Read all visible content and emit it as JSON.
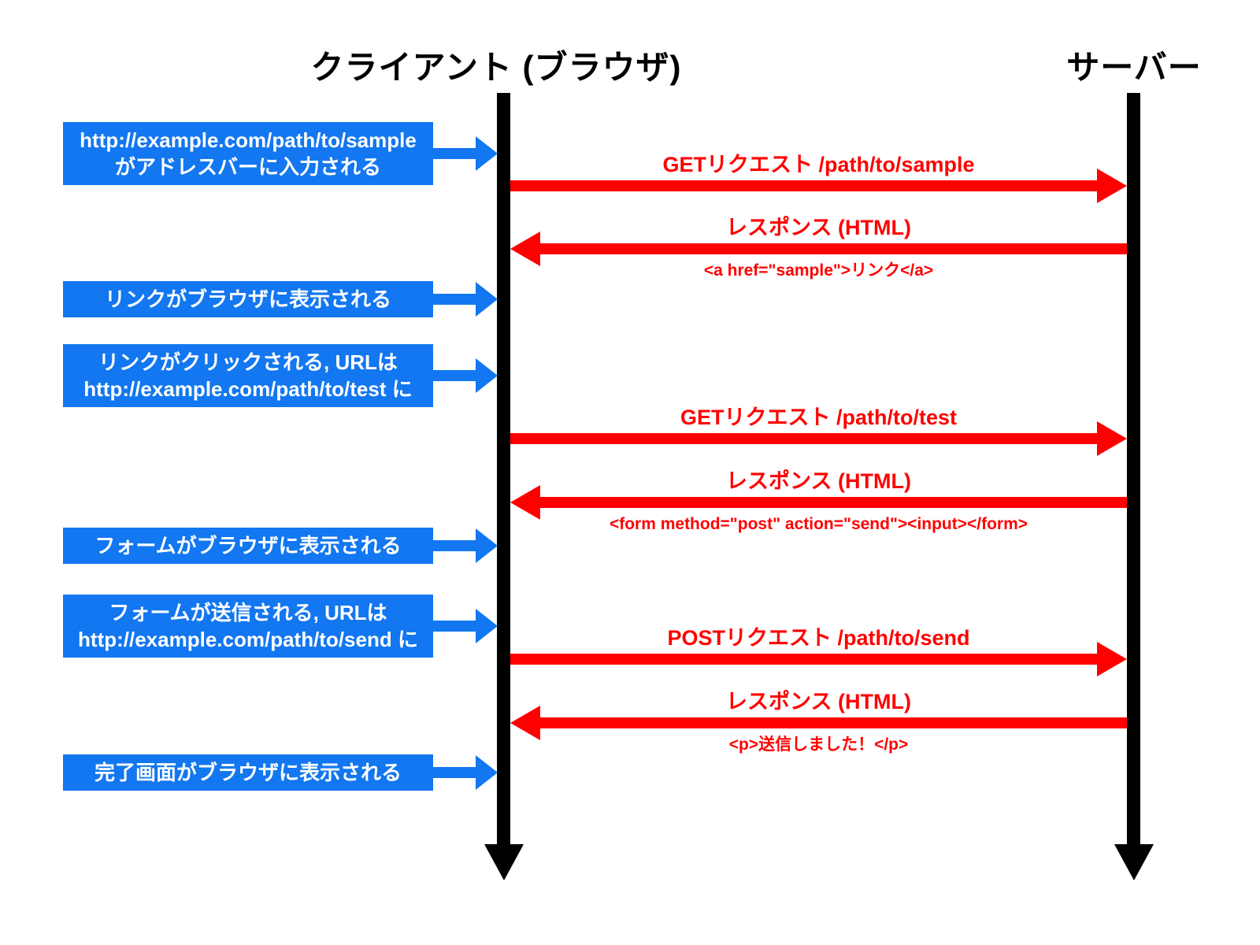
{
  "diagram": {
    "type": "sequence-diagram",
    "client_title": "クライアント (ブラウザ)",
    "server_title": "サーバー"
  },
  "colors": {
    "note_blue": "#1277f0",
    "message_red": "#ff0000",
    "lifeline_black": "#000000",
    "note_text": "#ffffff"
  },
  "notes": [
    {
      "lines": [
        "http://example.com/path/to/sample",
        "がアドレスバーに入力される"
      ]
    },
    {
      "lines": [
        "リンクがブラウザに表示される"
      ]
    },
    {
      "lines": [
        "リンクがクリックされる, URLは",
        "http://example.com/path/to/test に"
      ]
    },
    {
      "lines": [
        "フォームがブラウザに表示される"
      ]
    },
    {
      "lines": [
        "フォームが送信される, URLは",
        "http://example.com/path/to/send に"
      ]
    },
    {
      "lines": [
        "完了画面がブラウザに表示される"
      ]
    }
  ],
  "messages": [
    {
      "direction": "right",
      "label": "GETリクエスト /path/to/sample",
      "sublabel": ""
    },
    {
      "direction": "left",
      "label": "レスポンス (HTML)",
      "sublabel": "<a href=\"sample\">リンク</a>"
    },
    {
      "direction": "right",
      "label": "GETリクエスト /path/to/test",
      "sublabel": ""
    },
    {
      "direction": "left",
      "label": "レスポンス (HTML)",
      "sublabel": "<form method=\"post\" action=\"send\"><input></form>"
    },
    {
      "direction": "right",
      "label": "POSTリクエスト /path/to/send",
      "sublabel": ""
    },
    {
      "direction": "left",
      "label": "レスポンス (HTML)",
      "sublabel": "<p>送信しました！</p>"
    }
  ]
}
